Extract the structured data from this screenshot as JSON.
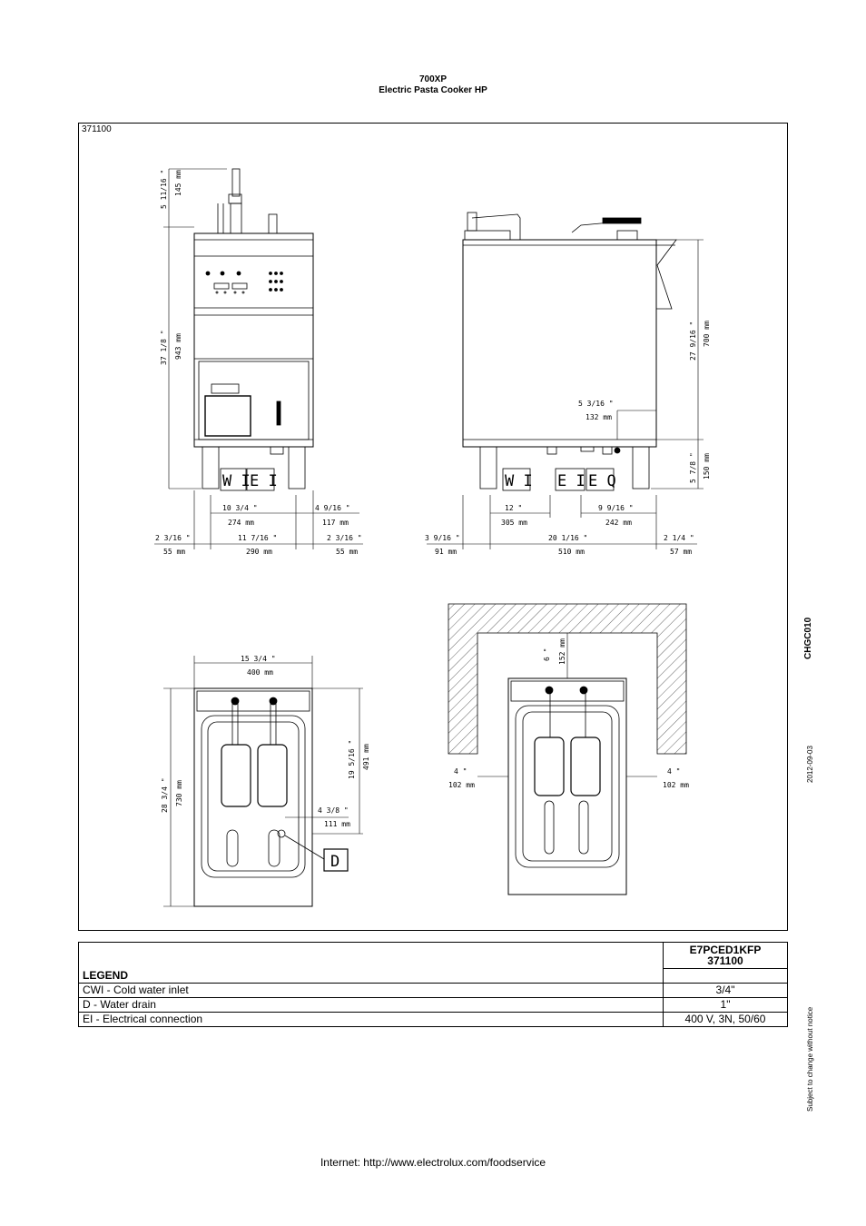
{
  "header": {
    "series": "700XP",
    "product": "Electric Pasta Cooker HP"
  },
  "drawing_code": "371100",
  "side_labels": {
    "code": "CHGC010",
    "date": "2012-09-03",
    "notice": "Subject to change without notice"
  },
  "front_view": {
    "top_dim": [
      "5 11/16 \"",
      "145 mm"
    ],
    "height_dim": [
      "37 1/8 \"",
      "943 mm"
    ],
    "connections": [
      "W I",
      "E I"
    ],
    "dims_row1": [
      [
        "10 3/4 \"",
        "274 mm"
      ],
      [
        "4 9/16 \"",
        "117 mm"
      ]
    ],
    "dims_row2": [
      [
        "2 3/16 \"",
        "55 mm"
      ],
      [
        "11 7/16 \"",
        "290 mm"
      ],
      [
        "2 3/16 \"",
        "55 mm"
      ]
    ]
  },
  "side_view": {
    "height_dim": [
      "27 9/16 \"",
      "700 mm"
    ],
    "inner_dim": [
      "5 3/16 \"",
      "132 mm"
    ],
    "leg_dim": [
      "5 7/8 \"",
      "150 mm"
    ],
    "connections": [
      "W I",
      "E I",
      "E Q"
    ],
    "dims_row1": [
      [
        "12 \"",
        "305 mm"
      ],
      [
        "9 9/16 \"",
        "242 mm"
      ]
    ],
    "dims_row2": [
      [
        "3 9/16 \"",
        "91 mm"
      ],
      [
        "20 1/16 \"",
        "510 mm"
      ],
      [
        "2 1/4 \"",
        "57 mm"
      ]
    ]
  },
  "top_view": {
    "width_dim": [
      "15 3/4 \"",
      "400 mm"
    ],
    "depth_dim": [
      "28 3/4 \"",
      "730 mm"
    ],
    "inner_depth_dim": [
      "19 5/16 \"",
      "491 mm"
    ],
    "drain_dim": [
      "4 3/8 \"",
      "111 mm"
    ],
    "drain_label": "D"
  },
  "clearance_view": {
    "back_dim": [
      "6 \"",
      "152 mm"
    ],
    "left_dim": [
      "4 \"",
      "102 mm"
    ],
    "right_dim": [
      "4 \"",
      "102 mm"
    ]
  },
  "legend": {
    "model": "E7PCED1KFP",
    "code": "371100",
    "title": "LEGEND",
    "rows": [
      {
        "label": "CWI - Cold water inlet",
        "value": "3/4\""
      },
      {
        "label": "D - Water drain",
        "value": "1\""
      },
      {
        "label": "EI - Electrical connection",
        "value": "400 V, 3N, 50/60"
      }
    ]
  },
  "footer": "Internet: http://www.electrolux.com/foodservice"
}
